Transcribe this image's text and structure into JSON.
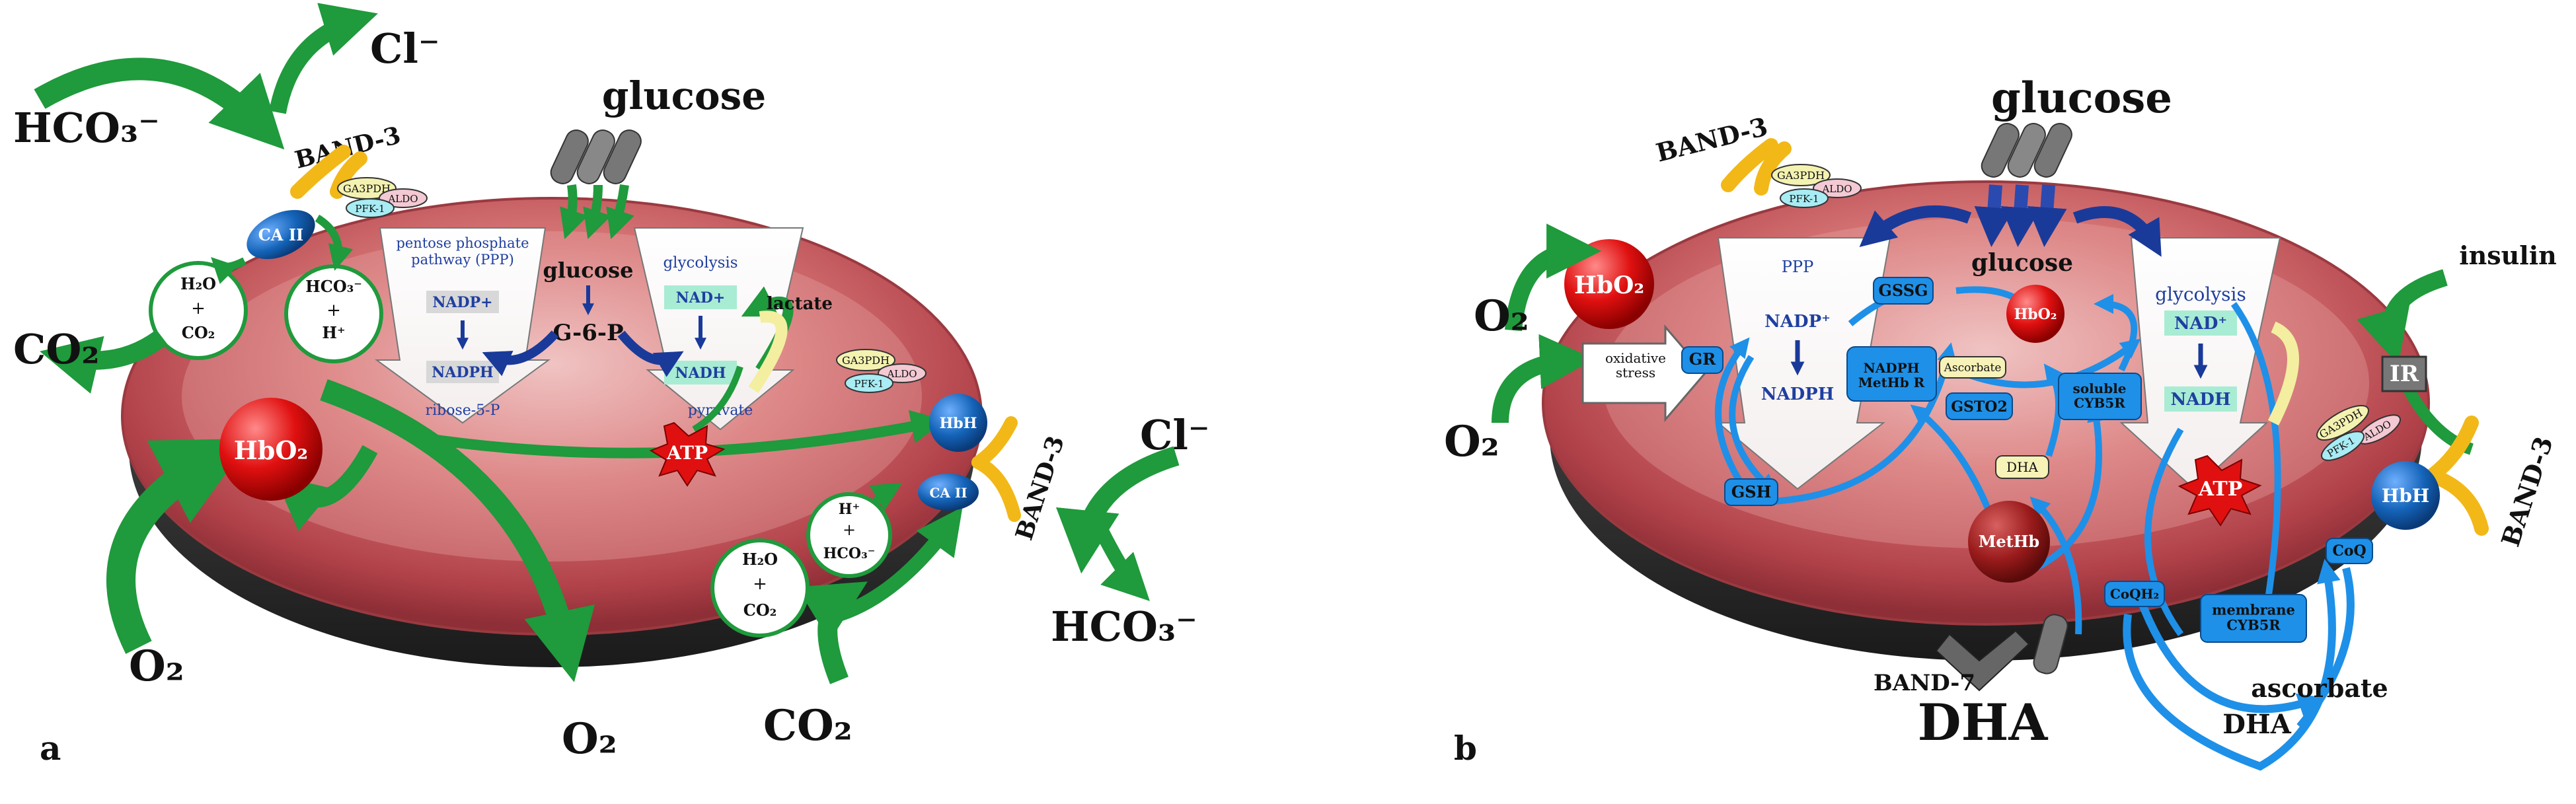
{
  "panel_a": {
    "letter": "a",
    "glucose": "glucose",
    "cl_top": "Cl⁻",
    "hco3_left": "HCO₃⁻",
    "band3_top": "BAND-3",
    "ga3pdh": "GA3PDH",
    "aldo": "ALDO",
    "pfk1": "PFK-1",
    "ca2": "CA II",
    "h2o": "H₂O",
    "plus": "+",
    "co2": "CO₂",
    "hco3": "HCO₃⁻",
    "hplus": "H⁺",
    "co2_left": "CO₂",
    "ppp_title": "pentose phosphate pathway (PPP)",
    "nadp": "NADP+",
    "nadph": "NADPH",
    "ribose": "ribose-5-P",
    "glucose_inner": "glucose",
    "g6p": "G-6-P",
    "glycolysis": "glycolysis",
    "nad": "NAD+",
    "nadh": "NADH",
    "pyruvate": "pyruvate",
    "lactate": "lactate",
    "atp": "ATP",
    "hbo2": "HbO₂",
    "hbh": "HbH",
    "band3_right": "BAND-3",
    "cl_right": "Cl⁻",
    "hco3_right": "HCO₃⁻",
    "o2_left": "O₂",
    "o2_bottom": "O₂",
    "co2_bottom": "CO₂"
  },
  "panel_b": {
    "letter": "b",
    "glucose": "glucose",
    "band3_top": "BAND-3",
    "ga3pdh": "GA3PDH",
    "aldo": "ALDO",
    "pfk1": "PFK-1",
    "hbo2": "HbO₂",
    "o2_top": "O₂",
    "o2_bottom": "O₂",
    "oxidative_stress": "oxidative stress",
    "ppp": "PPP",
    "nadp": "NADP⁺",
    "nadph": "NADPH",
    "gr": "GR",
    "gssg": "GSSG",
    "gsh": "GSH",
    "glucose_inner": "glucose",
    "hbo2_small": "HbO₂",
    "ascorbate_small": "Ascorbate",
    "nadph_methb_r": "NADPH MetHb R",
    "gsto2": "GSTO2",
    "soluble_cyb5r": "soluble CYB5R",
    "dha_small": "DHA",
    "methb": "MetHb",
    "glycolysis": "glycolysis",
    "nad": "NAD⁺",
    "nadh": "NADH",
    "atp": "ATP",
    "insulin": "insulin",
    "ir": "IR",
    "hbh": "HbH",
    "band3_right": "BAND-3",
    "coq": "CoQ",
    "coqh2": "CoQH₂",
    "membrane_cyb5r": "membrane CYB5R",
    "ascorbate": "ascorbate",
    "dha_inner": "DHA",
    "band7": "BAND-7",
    "dha_big": "DHA"
  },
  "colors": {
    "cell": "#c95a5c",
    "green_arrow": "#1f9a3c",
    "blue_arrow": "#1e90e8",
    "red_sphere": "#e01010",
    "blue_sphere": "#1463b8",
    "yellow_protein": "#f2b818"
  }
}
